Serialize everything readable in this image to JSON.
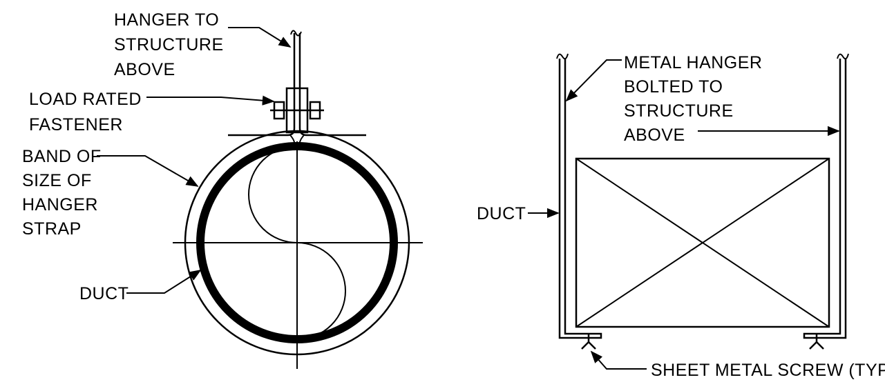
{
  "left_detail": {
    "labels": {
      "hanger": [
        "HANGER TO",
        "STRUCTURE",
        "ABOVE"
      ],
      "fastener": [
        "LOAD RATED",
        "FASTENER"
      ],
      "band": [
        "BAND OF",
        "SIZE OF",
        "HANGER",
        "STRAP"
      ],
      "duct": [
        "DUCT"
      ]
    }
  },
  "right_detail": {
    "labels": {
      "hanger": [
        "METAL HANGER",
        "BOLTED TO",
        "STRUCTURE",
        "ABOVE"
      ],
      "duct": [
        "DUCT"
      ],
      "screw": [
        "SHEET METAL SCREW (TYP.)"
      ]
    }
  }
}
